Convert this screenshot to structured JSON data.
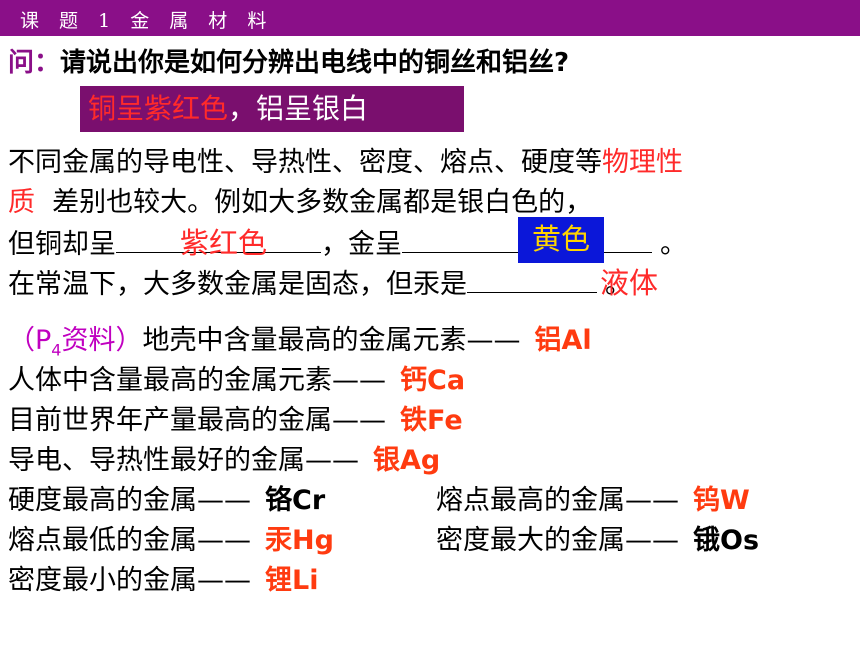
{
  "header": {
    "title": "课 题 1 金 属 材 料"
  },
  "question": {
    "prefix": "问：",
    "text": "请说出你是如何分辨出电线中的铜丝和铝丝?"
  },
  "answer_box": {
    "red": "铜呈紫红色",
    "white": "，铝呈银白"
  },
  "para1": {
    "line1_a": "不同金属的导电性、导热性、密度、熔点、硬度等",
    "line1_b": "物理性",
    "line2_a": "质",
    "line2_b": "  差别也较大。例如大多数金属都是银白色的，",
    "line3_a": "但铜却呈",
    "line3_b": "，金呈",
    "line3_c": "。",
    "line4_a": "在常温下，大多数金属是固态，但汞是",
    "line4_b": "。"
  },
  "fills": {
    "copper_color": "紫红色",
    "gold_color": "黄色",
    "mercury_state": "液体"
  },
  "facts": {
    "crust_a": "（P",
    "crust_sub": "4",
    "crust_b": "资料）",
    "crust_c": "地壳中含量最高的金属元素——",
    "crust_ans": "铝Al",
    "body_q": "人体中含量最高的金属元素——",
    "body_ans": "钙Ca",
    "prod_q": "目前世界年产量最高的金属——",
    "prod_ans": "铁Fe",
    "cond_q": "导电、导热性最好的金属——",
    "cond_ans": "银Ag",
    "hard_q": "硬度最高的金属——",
    "hard_ans": "铬Cr",
    "hmp_q": "熔点最高的金属——",
    "hmp_ans": "钨W",
    "lmp_q": "熔点最低的金属——",
    "lmp_ans": "汞Hg",
    "dmax_q": "密度最大的金属——",
    "dmax_ans": "锇Os",
    "dmin_q": "密度最小的金属——",
    "dmin_ans": "锂Li"
  }
}
